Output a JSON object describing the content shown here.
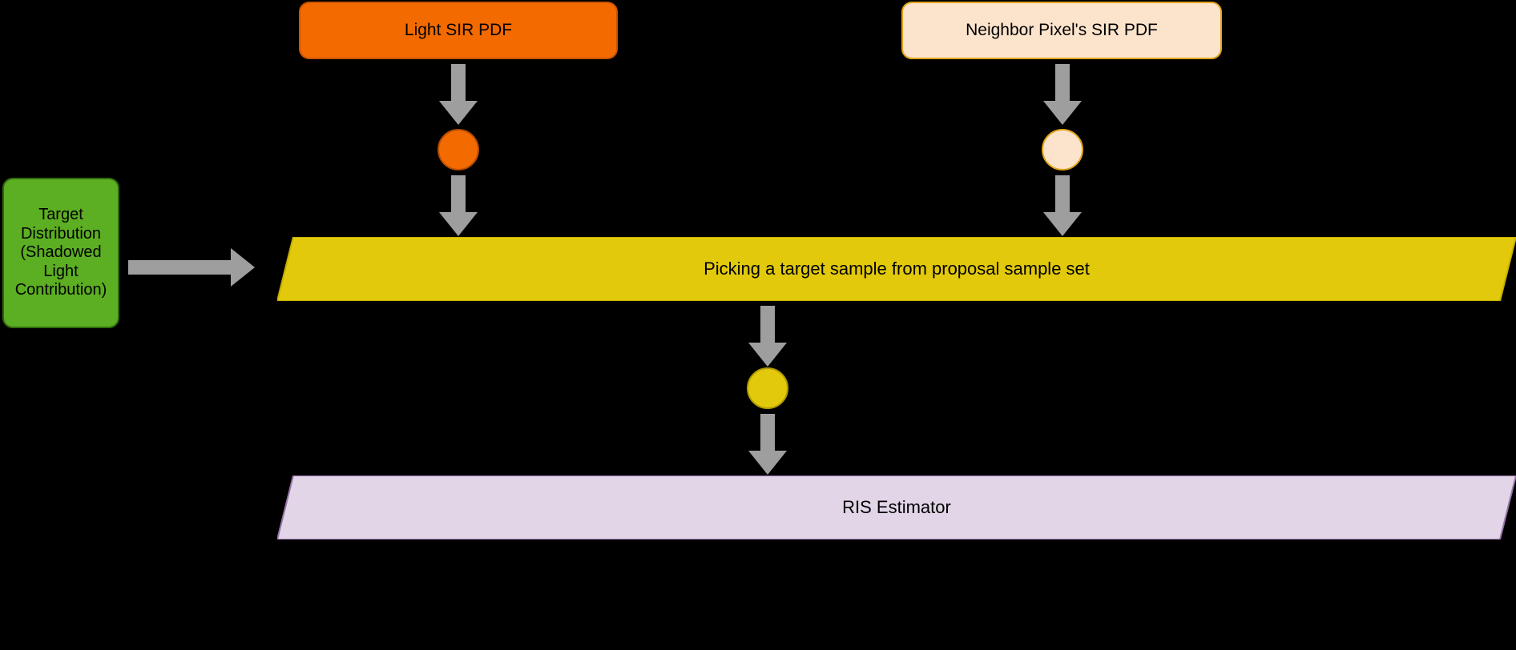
{
  "diagram": {
    "title": "RIS / ReSTIR resampling pipeline",
    "background_color": "#000000",
    "arrow_color": "#9E9E9E"
  },
  "nodes": {
    "light_sir": {
      "label": "Light SIR PDF",
      "shape": "rounded-rect",
      "fill": "#F26A00",
      "stroke": "#CC5500"
    },
    "neighbor_sir": {
      "label": "Neighbor Pixel's SIR PDF",
      "shape": "rounded-rect",
      "fill": "#FCE3CC",
      "stroke": "#E0A419"
    },
    "target_distribution": {
      "label": "Target\nDistribution\n(Shadowed\nLight\nContribution)",
      "shape": "rounded-rect",
      "fill": "#5CAE22",
      "stroke": "#2F6B0C"
    },
    "picking": {
      "label": "Picking a target sample from proposal sample set",
      "shape": "parallelogram",
      "fill": "#E2C90B",
      "stroke": "#C7B000"
    },
    "ris_estimator": {
      "label": "RIS Estimator",
      "shape": "parallelogram",
      "fill": "#E1D5E7",
      "stroke": "#9673A6"
    }
  },
  "samples": {
    "light_sample": {
      "name": "light-sir-sample",
      "fill": "#F26A00",
      "stroke": "#B34A00"
    },
    "neighbor_sample": {
      "name": "neighbor-sir-sample",
      "fill": "#FCE3CC",
      "stroke": "#E0A419"
    },
    "target_sample": {
      "name": "picked-target-sample",
      "fill": "#E2C90B",
      "stroke": "#B09A00"
    }
  },
  "edges": [
    {
      "name": "light-sir-to-light-sample",
      "direction": "down"
    },
    {
      "name": "light-sample-to-picking",
      "direction": "down"
    },
    {
      "name": "neighbor-sir-to-neighbor-sample",
      "direction": "down"
    },
    {
      "name": "neighbor-sample-to-picking",
      "direction": "down"
    },
    {
      "name": "target-distribution-to-picking",
      "direction": "right"
    },
    {
      "name": "picking-to-target-sample",
      "direction": "down"
    },
    {
      "name": "target-sample-to-ris-estimator",
      "direction": "down"
    }
  ]
}
